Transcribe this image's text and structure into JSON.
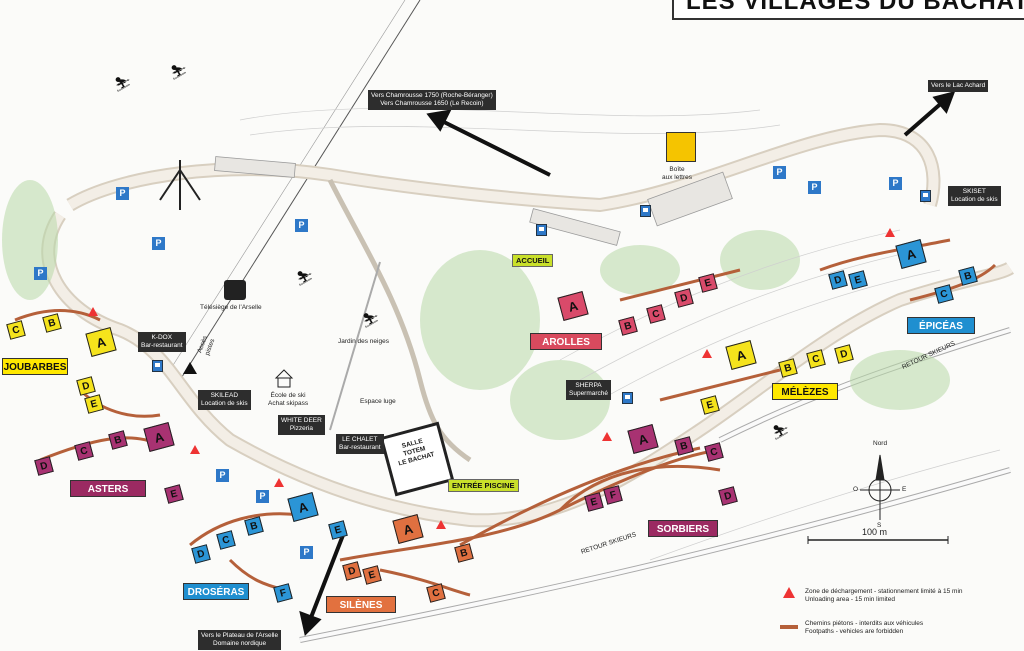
{
  "title": "LES VILLAGES DU BACHAT",
  "zones": {
    "joubarbes": "JOUBARBES",
    "asters": "ASTERS",
    "droseras": "DROSÉRAS",
    "silenes": "SILÈNES",
    "arolles": "AROLLES",
    "sorbiers": "SORBIERS",
    "melezes": "MÉLÈZES",
    "epiceas": "ÉPICÉAS"
  },
  "directions": {
    "chamrousse": [
      "Vers Chamrousse 1750 (Roche-Béranger)",
      "Vers Chamrousse 1650 (Le Recoin)"
    ],
    "lac_achard": "Vers le Lac Achard",
    "plateau": [
      "Vers le Plateau de l'Arselle",
      "Domaine nordique"
    ]
  },
  "venues": {
    "kdox": [
      "K-DOX",
      "Bar-restaurant"
    ],
    "skilead": [
      "SKILEAD",
      "Location de skis"
    ],
    "white_deer": [
      "WHITE DEER",
      "Pizzeria"
    ],
    "le_chalet": [
      "LE CHALET",
      "Bar-restaurant"
    ],
    "sherpa": [
      "SHERPA",
      "Supermarché"
    ],
    "skiset": [
      "SKISET",
      "Location de skis"
    ]
  },
  "labels": {
    "accueil": "ACCUEIL",
    "entree_piscine": "ENTRÉE PISCINE",
    "boite_lettres": [
      "Boîte",
      "aux lettres"
    ],
    "telesiege": "Télésiège de l'Arselle",
    "jardin": "Jardin des neiges",
    "ecole": [
      "École de ski",
      "Achat skipass"
    ],
    "espace_luge": "Espace luge",
    "acces_pistes": [
      "Accès",
      "pistes"
    ],
    "salle": [
      "SALLE",
      "TOTEM",
      "LE BACHAT"
    ],
    "retour_skieurs_1": "RETOUR SKIEURS",
    "retour_skieurs_2": "RETOUR SKIEURS",
    "parking": "P",
    "nord": "Nord",
    "compass": {
      "w": "O",
      "e": "E",
      "s": "S"
    }
  },
  "scale": "100 m",
  "legend": {
    "unloading": [
      "Zone de déchargement - stationnement limité à 15 min",
      "Unloading area - 15 min limited"
    ],
    "footpaths": [
      "Chemins piétons - interdits aux véhicules",
      "Footpaths - vehicles are forbidden"
    ]
  },
  "buildings": {
    "jc": "C",
    "jb": "B",
    "ja": "A",
    "jd": "D",
    "je": "E",
    "ad": "D",
    "ac": "C",
    "ab": "B",
    "aa": "A",
    "ae": "E",
    "dd": "D",
    "dc": "C",
    "db": "B",
    "da": "A",
    "de": "E",
    "df": "F",
    "sd": "D",
    "se": "E",
    "sa": "A",
    "sb": "B",
    "sc": "C",
    "oa": "A",
    "ob": "B",
    "oc": "C",
    "od": "D",
    "oe": "E",
    "ra": "A",
    "rb": "B",
    "rc": "C",
    "rd": "D",
    "re": "E",
    "rf": "F",
    "rg": "D",
    "ma": "A",
    "mb": "B",
    "mc": "C",
    "md": "D",
    "me": "E",
    "ea": "A",
    "eb": "B",
    "ec": "C",
    "ed": "D",
    "ee": "E"
  },
  "colors": {
    "yellow": "#ffe800",
    "red": "#d94a5e",
    "magenta": "#9b2a62",
    "blue": "#1f8fd0",
    "orange": "#e2713f",
    "footpath": "#b5603a",
    "parking": "#2e78c8"
  }
}
